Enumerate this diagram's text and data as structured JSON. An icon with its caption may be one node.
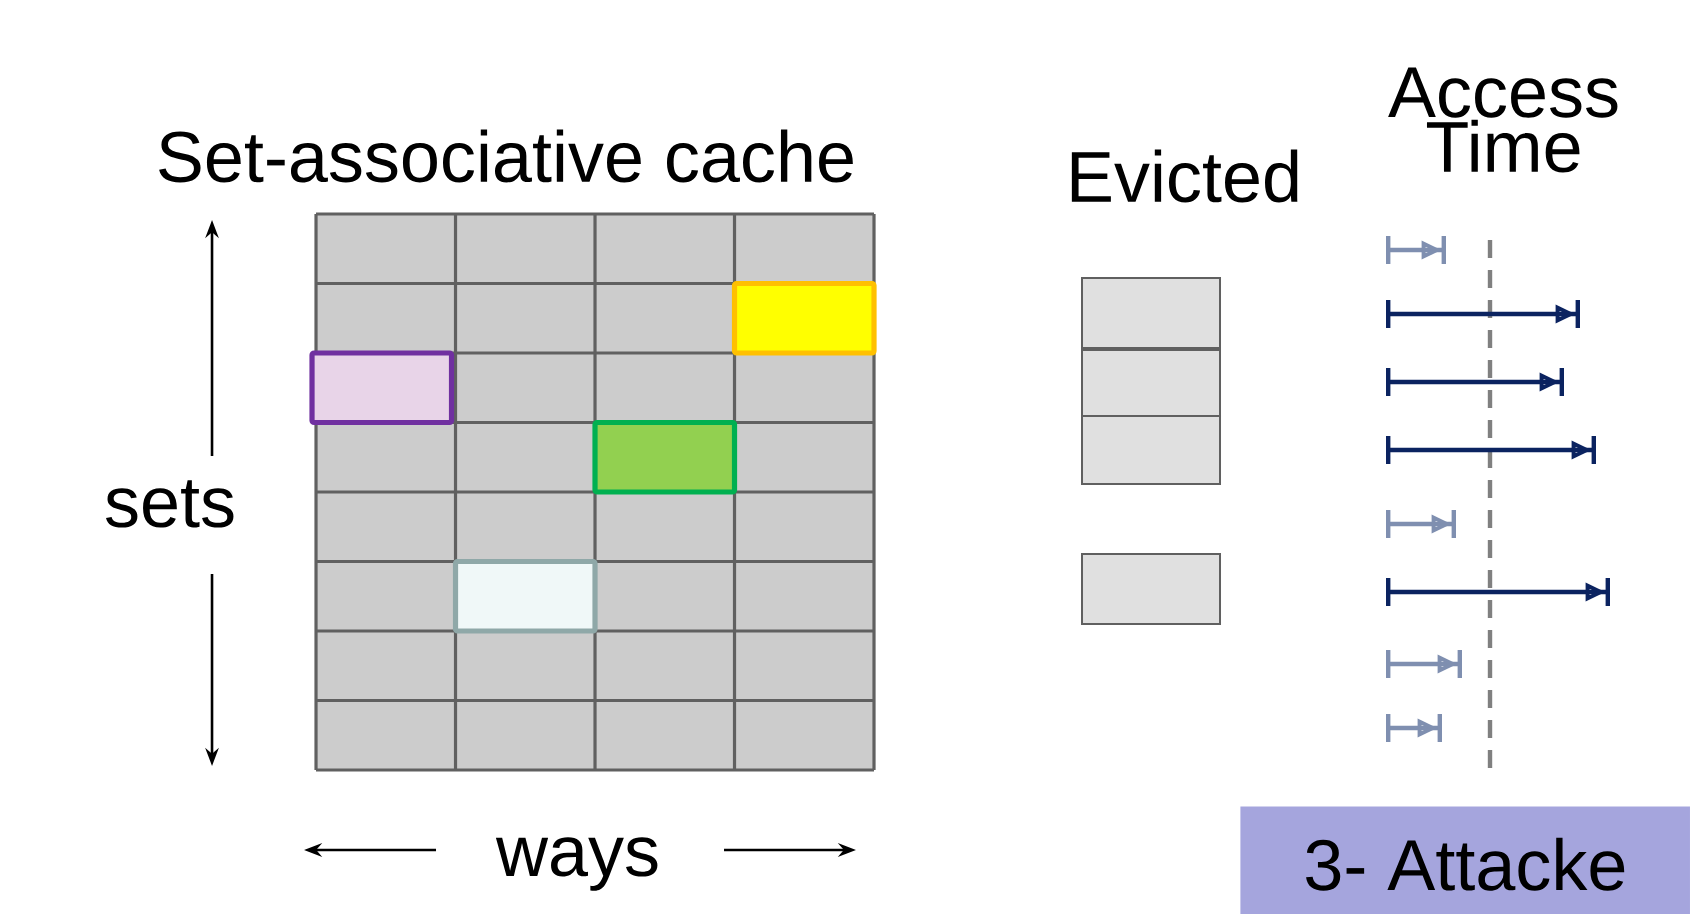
{
  "diagram": {
    "title": "Set-associative cache",
    "nodes": [
      {
        "text": [
          "3- Attacke"
        ]
      }
    ],
    "labels": [
      "Evicted",
      "Access Time",
      "sets",
      "ways"
    ]
  }
}
